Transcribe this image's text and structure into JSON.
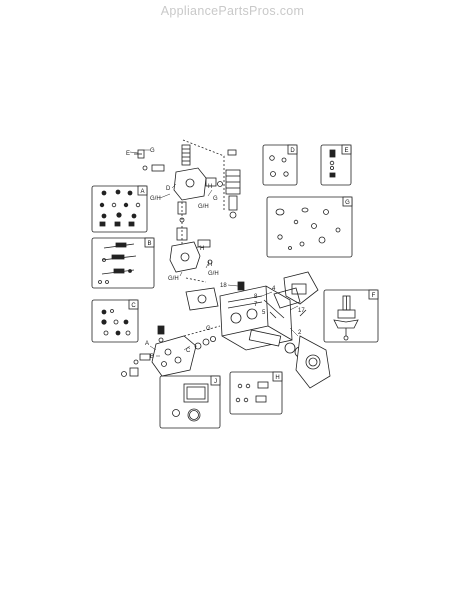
{
  "watermark": "AppliancePartsPros.com",
  "kit_boxes": [
    {
      "letter": "A"
    },
    {
      "letter": "B"
    },
    {
      "letter": "C"
    },
    {
      "letter": "D"
    },
    {
      "letter": "E"
    },
    {
      "letter": "F"
    },
    {
      "letter": "G"
    },
    {
      "letter": "H"
    },
    {
      "letter": "J"
    }
  ],
  "callouts": [
    "E",
    "G",
    "D",
    "G/H",
    "H",
    "G",
    "G/H",
    "H",
    "G/H",
    "18",
    "4",
    "7",
    "8",
    "5",
    "17",
    "2",
    "G/H",
    "H",
    "A",
    "B",
    "C",
    "G"
  ]
}
